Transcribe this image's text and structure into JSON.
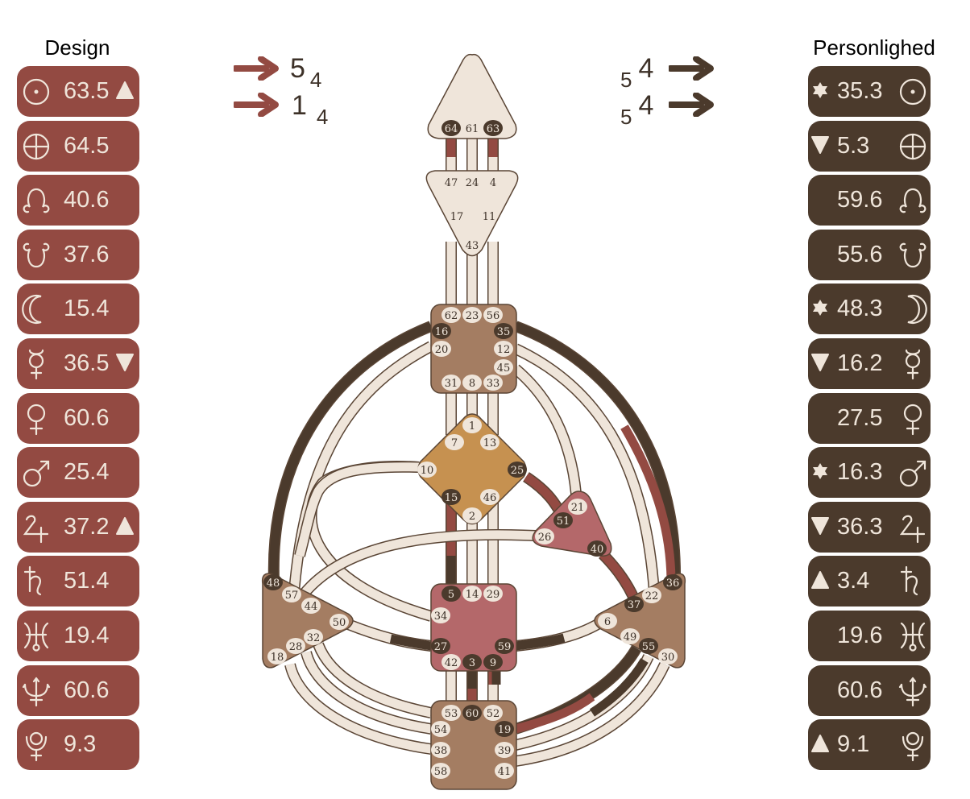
{
  "design": {
    "title": "Design",
    "color": "#934a42",
    "rows": [
      {
        "planet": "sun-icon",
        "value": "63.5",
        "mark": "triangle-up"
      },
      {
        "planet": "earth-icon",
        "value": "64.5",
        "mark": ""
      },
      {
        "planet": "north-node-icon",
        "value": "40.6",
        "mark": ""
      },
      {
        "planet": "south-node-icon",
        "value": "37.6",
        "mark": ""
      },
      {
        "planet": "moon-icon",
        "value": "15.4",
        "mark": ""
      },
      {
        "planet": "mercury-icon",
        "value": "36.5",
        "mark": "triangle-down"
      },
      {
        "planet": "venus-icon",
        "value": "60.6",
        "mark": ""
      },
      {
        "planet": "mars-icon",
        "value": "25.4",
        "mark": ""
      },
      {
        "planet": "jupiter-icon",
        "value": "37.2",
        "mark": "triangle-up"
      },
      {
        "planet": "saturn-icon",
        "value": "51.4",
        "mark": ""
      },
      {
        "planet": "uranus-icon",
        "value": "19.4",
        "mark": ""
      },
      {
        "planet": "neptune-icon",
        "value": "60.6",
        "mark": ""
      },
      {
        "planet": "pluto-icon",
        "value": "9.3",
        "mark": ""
      }
    ]
  },
  "personality": {
    "title": "Personlighed",
    "color": "#4b3a2c",
    "rows": [
      {
        "planet": "sun-icon",
        "value": "35.3",
        "mark": "star"
      },
      {
        "planet": "earth-icon",
        "value": "5.3",
        "mark": "triangle-down"
      },
      {
        "planet": "north-node-icon",
        "value": "59.6",
        "mark": ""
      },
      {
        "planet": "south-node-icon",
        "value": "55.6",
        "mark": ""
      },
      {
        "planet": "moon-icon",
        "value": "48.3",
        "mark": "star"
      },
      {
        "planet": "mercury-icon",
        "value": "16.2",
        "mark": "triangle-down"
      },
      {
        "planet": "venus-icon",
        "value": "27.5",
        "mark": ""
      },
      {
        "planet": "mars-icon",
        "value": "16.3",
        "mark": "star"
      },
      {
        "planet": "jupiter-icon",
        "value": "36.3",
        "mark": "triangle-down"
      },
      {
        "planet": "saturn-icon",
        "value": "3.4",
        "mark": "triangle-up"
      },
      {
        "planet": "uranus-icon",
        "value": "19.6",
        "mark": ""
      },
      {
        "planet": "neptune-icon",
        "value": "60.6",
        "mark": ""
      },
      {
        "planet": "pluto-icon",
        "value": "9.1",
        "mark": "triangle-up"
      }
    ]
  },
  "variables": {
    "left": [
      {
        "main": "5",
        "sub": "4"
      },
      {
        "main": "1",
        "sub": "4"
      }
    ],
    "right": [
      {
        "main": "4",
        "sub": "5"
      },
      {
        "main": "4",
        "sub": "5"
      }
    ]
  },
  "bodygraph": {
    "colors": {
      "design": "#934a42",
      "personality": "#4b3a2c",
      "channel_open": "#efe5da",
      "center_head": "#efe5da",
      "center_ajna": "#efe5da",
      "center_throat": "#a47d62",
      "center_g": "#c69150",
      "center_heart": "#b4686a",
      "center_sacral": "#b4686a",
      "center_spleen": "#a47d62",
      "center_solar": "#a47d62",
      "center_root": "#a47d62"
    },
    "centers": {
      "head": {
        "gates": [
          "64",
          "61",
          "63"
        ]
      },
      "ajna": {
        "gates": [
          "47",
          "24",
          "4",
          "17",
          "11",
          "43"
        ]
      },
      "throat": {
        "gates": [
          "62",
          "23",
          "56",
          "16",
          "35",
          "20",
          "12",
          "45",
          "31",
          "8",
          "33"
        ]
      },
      "g": {
        "gates": [
          "1",
          "7",
          "13",
          "10",
          "25",
          "15",
          "46",
          "2"
        ]
      },
      "heart": {
        "gates": [
          "21",
          "51",
          "26",
          "40"
        ]
      },
      "sacral": {
        "gates": [
          "5",
          "14",
          "29",
          "34",
          "27",
          "59",
          "42",
          "3",
          "9"
        ]
      },
      "spleen": {
        "gates": [
          "48",
          "57",
          "44",
          "50",
          "32",
          "28",
          "18"
        ]
      },
      "solar_plexus": {
        "gates": [
          "36",
          "22",
          "37",
          "6",
          "49",
          "55",
          "30"
        ]
      },
      "root": {
        "gates": [
          "53",
          "60",
          "52",
          "54",
          "19",
          "38",
          "39",
          "58",
          "41"
        ]
      }
    },
    "active_gates": {
      "personality": [
        "64",
        "63",
        "16",
        "35",
        "25",
        "15",
        "51",
        "40",
        "48",
        "5",
        "27",
        "59",
        "3",
        "9",
        "36",
        "37",
        "55",
        "60",
        "19"
      ],
      "open": [
        "61",
        "47",
        "24",
        "4",
        "17",
        "11",
        "43",
        "62",
        "23",
        "56",
        "20",
        "12",
        "45",
        "31",
        "8",
        "33",
        "1",
        "7",
        "13",
        "10",
        "46",
        "2",
        "21",
        "26",
        "57",
        "44",
        "50",
        "32",
        "28",
        "18",
        "14",
        "29",
        "34",
        "42",
        "22",
        "6",
        "49",
        "30",
        "53",
        "52",
        "54",
        "38",
        "39",
        "58",
        "41"
      ]
    }
  }
}
